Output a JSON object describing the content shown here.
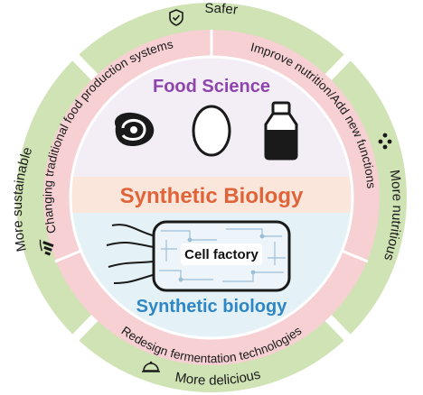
{
  "outer_ring": {
    "top": "Safer",
    "right": "More nutritious",
    "bottom": "More delicious",
    "left": "More sustainable"
  },
  "inner_ring": {
    "top_left": "Changing traditional food production systems",
    "top_right": "Improve nutrition/Add new functions",
    "bottom": "Redesign fermentation technologies"
  },
  "core": {
    "food_science": "Food Science",
    "synthetic_biology_title": "Synthetic Biology",
    "cell_factory": "Cell factory",
    "synthetic_biology_sub": "Synthetic biology"
  },
  "colors": {
    "outer_ring": "#cfe3b4",
    "outer_ring_stroke": "#ffffff",
    "inner_ring": "#f6d0d2",
    "core_top": "#f3eef5",
    "core_band": "#fbe6dc",
    "core_bottom": "#e4f1f6",
    "food_title": "#8e44ad",
    "synbio_title": "#e0643a",
    "synbio_sub": "#2f86c4"
  },
  "icons": {
    "outer_top": "shield-check-icon",
    "outer_right": "molecule-icon",
    "outer_bottom": "cloche-icon",
    "outer_left": "plant-chart-icon",
    "food": [
      "steak-icon",
      "egg-icon",
      "milk-bottle-icon"
    ],
    "cell": "bacterium-cell-icon"
  }
}
